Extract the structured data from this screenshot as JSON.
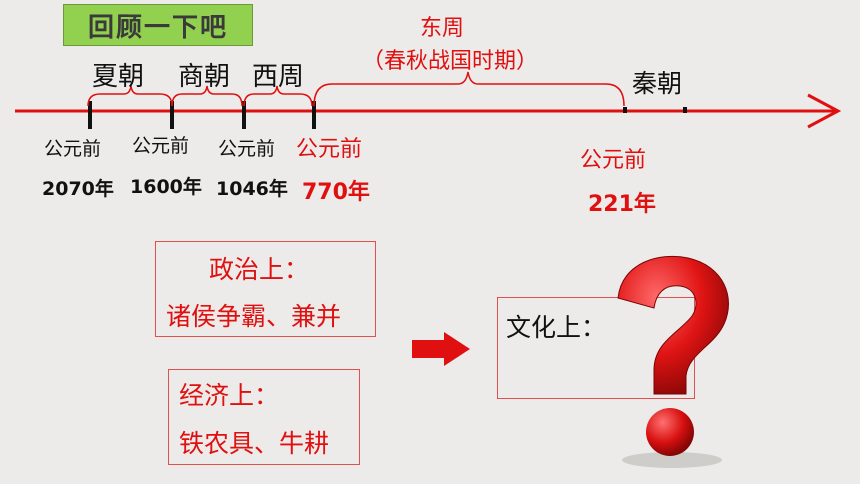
{
  "review_title": "回顾一下吧",
  "dynasties": {
    "xia": "夏朝",
    "shang": "商朝",
    "xizhou": "西周",
    "dongzhou": "东周",
    "dongzhou_sub": "（春秋战国时期）",
    "qin": "秦朝"
  },
  "dates": [
    {
      "prefix": "公元前",
      "year": "2070年"
    },
    {
      "prefix": "公元前",
      "year": "1600年"
    },
    {
      "prefix": "公元前",
      "year": "1046年"
    },
    {
      "prefix": "公元前",
      "year": "770年"
    },
    {
      "prefix": "公元前",
      "year": "221年"
    }
  ],
  "politics": {
    "title": "政治上：",
    "content": "诸侯争霸、兼并"
  },
  "economy": {
    "title": "经济上：",
    "content": "铁农具、牛耕"
  },
  "culture": {
    "title": "文化上："
  },
  "colors": {
    "red": "#e01010",
    "green": "#92d050",
    "line": "#e01010"
  }
}
